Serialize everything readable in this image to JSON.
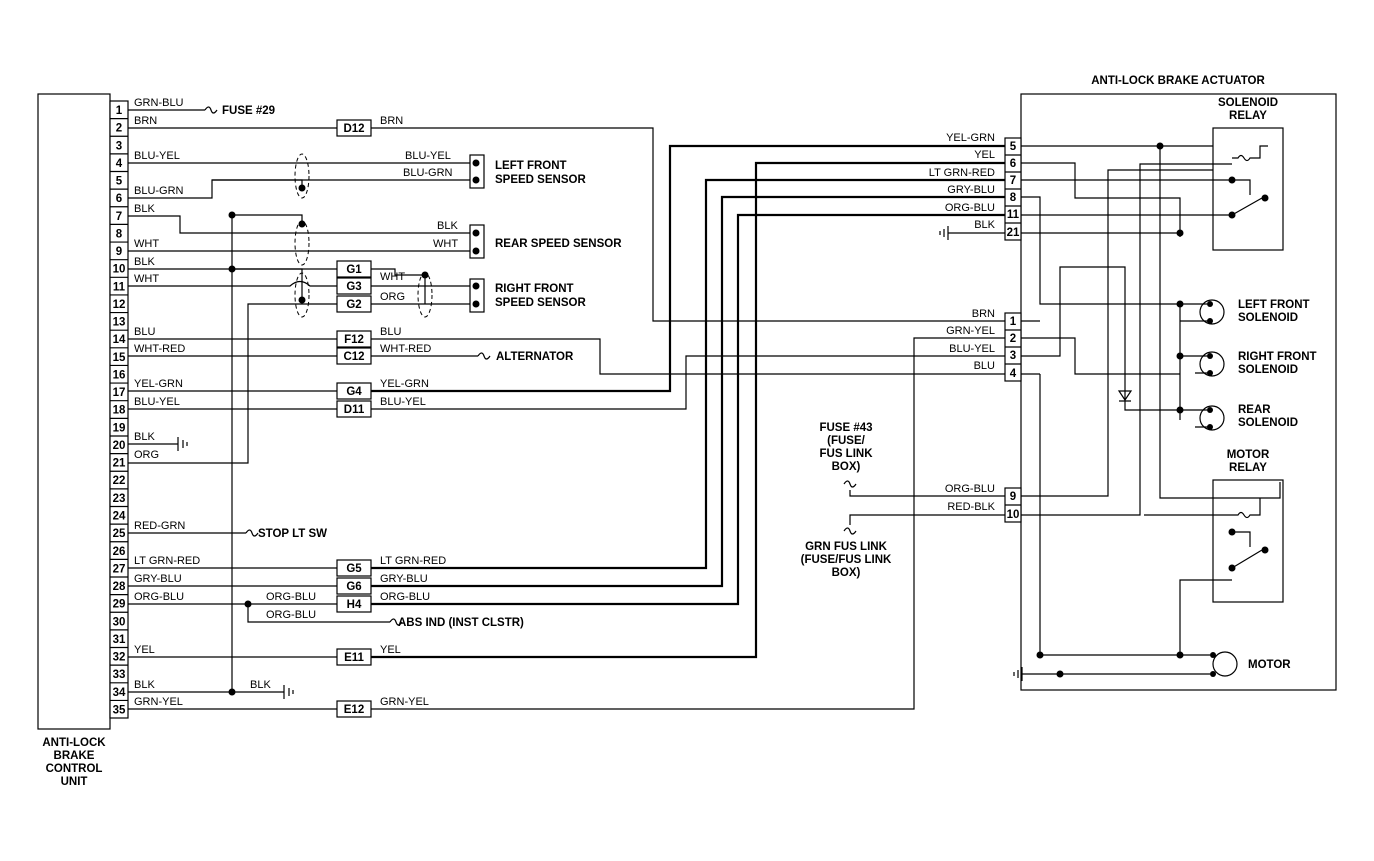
{
  "control_unit": {
    "label_lines": [
      "ANTI-LOCK",
      "BRAKE",
      "CONTROL",
      "UNIT"
    ],
    "pins": [
      "1",
      "2",
      "3",
      "4",
      "5",
      "6",
      "7",
      "8",
      "9",
      "10",
      "11",
      "12",
      "13",
      "14",
      "15",
      "16",
      "17",
      "18",
      "19",
      "20",
      "21",
      "22",
      "23",
      "24",
      "25",
      "26",
      "27",
      "28",
      "29",
      "30",
      "31",
      "32",
      "33",
      "34",
      "35"
    ]
  },
  "wire_labels": {
    "p1": "GRN-BLU",
    "p2": "BRN",
    "p4": "BLU-YEL",
    "p6": "BLU-GRN",
    "p7": "BLK",
    "p9": "WHT",
    "p10": "BLK",
    "p11": "WHT",
    "p14": "BLU",
    "p15": "WHT-RED",
    "p17": "YEL-GRN",
    "p18": "BLU-YEL",
    "p20": "BLK",
    "p21": "ORG",
    "p25": "RED-GRN",
    "p27": "LT GRN-RED",
    "p28": "GRY-BLU",
    "p29": "ORG-BLU",
    "p29b": "ORG-BLU",
    "p29c": "ORG-BLU",
    "p32": "YEL",
    "p34": "BLK",
    "p34b": "BLK",
    "p35": "GRN-YEL",
    "d12": "BRN",
    "lf_a": "BLU-YEL",
    "lf_b": "BLU-GRN",
    "rs_a": "BLK",
    "rs_b": "WHT",
    "g1": "WHT",
    "g2": "ORG",
    "f12": "BLU",
    "c12": "WHT-RED",
    "g4": "YEL-GRN",
    "d11": "BLU-YEL",
    "g5": "LT GRN-RED",
    "g6": "GRY-BLU",
    "h4": "ORG-BLU",
    "e11": "YEL",
    "e12": "GRN-YEL"
  },
  "connectors": {
    "d12": "D12",
    "g1": "G1",
    "g3": "G3",
    "g2": "G2",
    "f12": "F12",
    "c12": "C12",
    "g4": "G4",
    "d11": "D11",
    "g5": "G5",
    "g6": "G6",
    "h4": "H4",
    "e11": "E11",
    "e12": "E12"
  },
  "components": {
    "fuse29": "FUSE #29",
    "left_front_sensor": [
      "LEFT FRONT",
      "SPEED SENSOR"
    ],
    "rear_sensor": "REAR SPEED SENSOR",
    "right_front_sensor": [
      "RIGHT FRONT",
      "SPEED SENSOR"
    ],
    "alternator": "ALTERNATOR",
    "stop_lt_sw": "STOP LT SW",
    "abs_ind": "ABS IND (INST CLSTR)",
    "fuse43": [
      "FUSE #43",
      "(FUSE/",
      "FUS LINK",
      "BOX)"
    ],
    "grn_fus_link": [
      "GRN FUS LINK",
      "(FUSE/FUS LINK",
      "BOX)"
    ]
  },
  "actuator": {
    "title": "ANTI-LOCK BRAKE ACTUATOR",
    "solenoid_relay": [
      "SOLENOID",
      "RELAY"
    ],
    "motor_relay": [
      "MOTOR",
      "RELAY"
    ],
    "left_front_solenoid": [
      "LEFT FRONT",
      "SOLENOID"
    ],
    "right_front_solenoid": [
      "RIGHT FRONT",
      "SOLENOID"
    ],
    "rear_solenoid": [
      "REAR",
      "SOLENOID"
    ],
    "motor": "MOTOR",
    "pins": {
      "a5": "5",
      "a6": "6",
      "a7": "7",
      "a8": "8",
      "a11": "11",
      "a21": "21",
      "a1": "1",
      "a2": "2",
      "a3": "3",
      "a4": "4",
      "a9": "9",
      "a10": "10"
    },
    "wire_labels": {
      "a5": "YEL-GRN",
      "a6": "YEL",
      "a7": "LT GRN-RED",
      "a8": "GRY-BLU",
      "a11": "ORG-BLU",
      "a21": "BLK",
      "a1": "BRN",
      "a2": "GRN-YEL",
      "a3": "BLU-YEL",
      "a4": "BLU",
      "a9": "ORG-BLU",
      "a10": "RED-BLK"
    }
  }
}
